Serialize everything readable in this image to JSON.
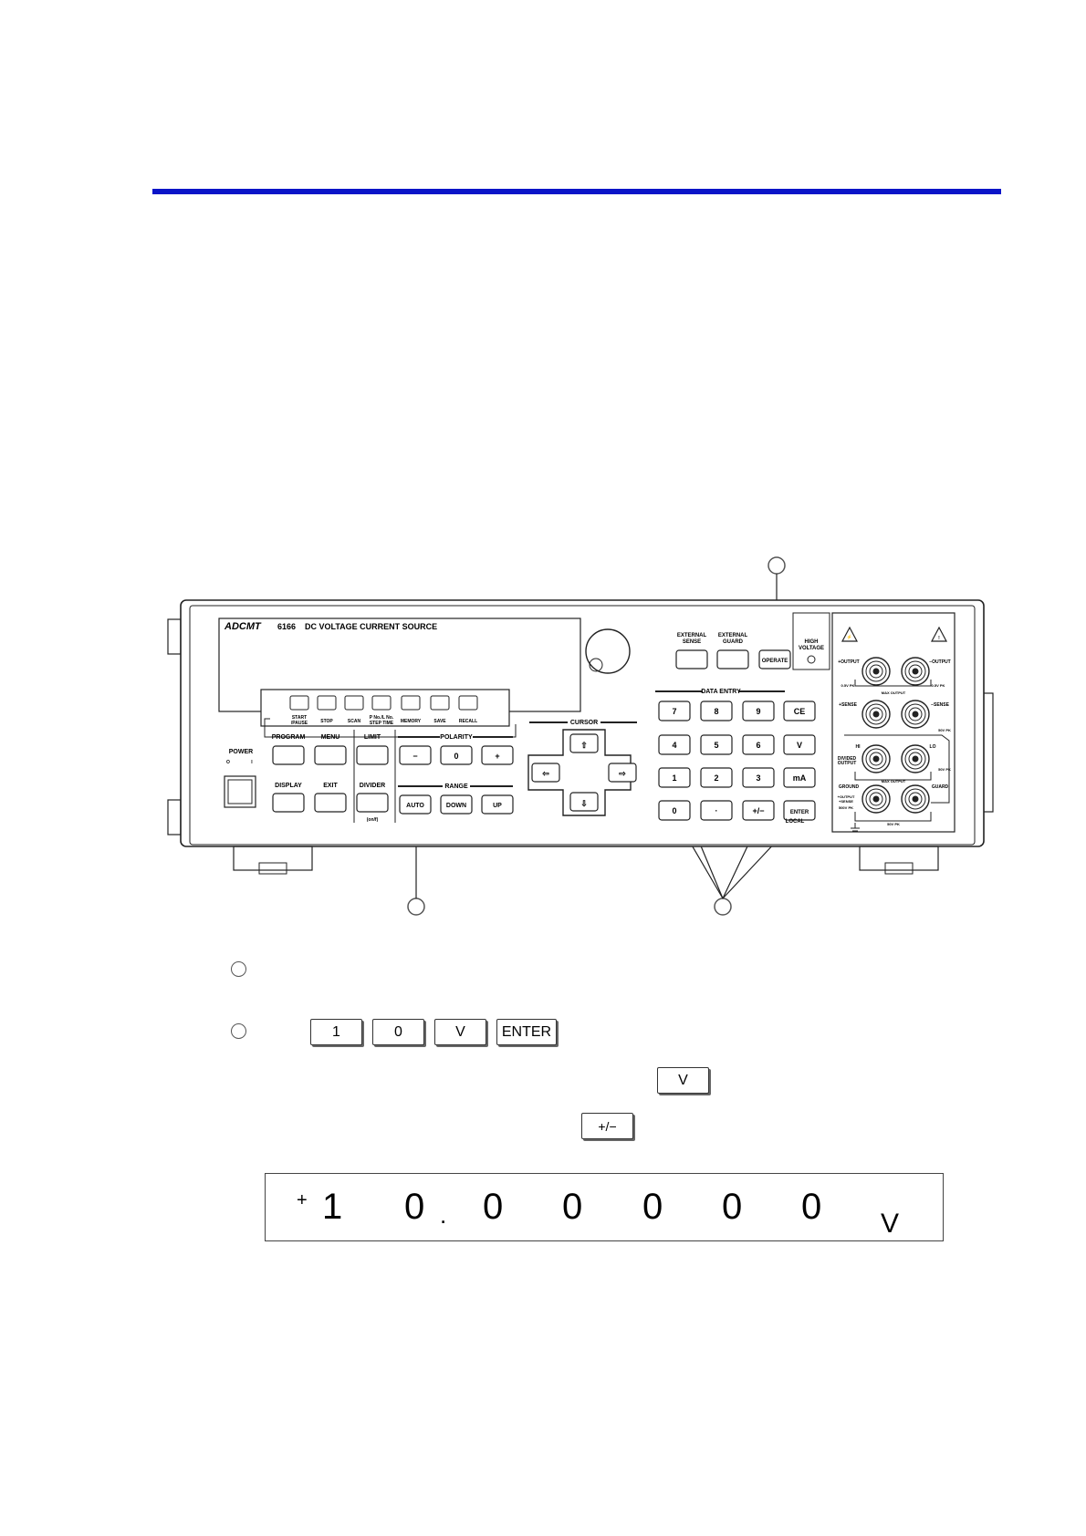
{
  "panel": {
    "brand": "ADCMT",
    "model": "6166",
    "title": "DC VOLTAGE CURRENT SOURCE",
    "power_label": "POWER",
    "power_off_sym": "O",
    "power_on_sym": "I",
    "func_keys": [
      "START\n/PAUSE",
      "STOP",
      "SCAN",
      "P No./L No.\nSTEP TIME",
      "MEMORY",
      "SAVE",
      "RECALL"
    ],
    "left_keys": {
      "program": "PROGRAM",
      "menu": "MENU",
      "display": "DISPLAY",
      "exit": "EXIT",
      "limit": "LIMIT",
      "divider": "DIVIDER",
      "divider_sub": "(on/f)"
    },
    "polarity": {
      "title": "POLARITY",
      "minus": "−",
      "zero": "0",
      "plus": "+"
    },
    "range": {
      "title": "RANGE",
      "auto": "AUTO",
      "down": "DOWN",
      "up": "UP"
    },
    "cursor_title": "CURSOR",
    "ext": {
      "sense": "EXTERNAL\nSENSE",
      "guard": "EXTERNAL\nGUARD",
      "operate": "OPERATE"
    },
    "high_voltage": "HIGH\nVOLTAGE",
    "data_entry_title": "DATA ENTRY",
    "keypad": [
      [
        "7",
        "8",
        "9",
        "CE"
      ],
      [
        "4",
        "5",
        "6",
        "V"
      ],
      [
        "1",
        "2",
        "3",
        "mA"
      ],
      [
        "0",
        "·",
        "+/−",
        "ENTER"
      ]
    ],
    "local_label": "LOCAL",
    "terminals": {
      "plus_output": "+OUTPUT",
      "minus_output": "−OUTPUT",
      "plus_sense": "+SENSE",
      "minus_sense": "−SENSE",
      "hi": "HI",
      "lo": "LO",
      "divided": "DIVIDED\nOUTPUT",
      "ground": "GROUND",
      "guard": "GUARD",
      "max1": "0.5V PK\nMAX",
      "max2": "MAX OUTPUT\n300V",
      "max3": "50V PK\nMAX",
      "max4": "MAX OUTPUT\n10V",
      "max5": "500V PK\nMAX",
      "max6": "50V PK\nMAX",
      "out_sense": "+OUTPUT\n+SENSE"
    }
  },
  "steps": {
    "key_sequence": [
      "1",
      "0",
      "V",
      "ENTER"
    ],
    "unit_key": "V",
    "sign_key": "+/−"
  },
  "readout": {
    "sign": "+",
    "digits": [
      "1",
      "0",
      ".",
      "0",
      "0",
      "0",
      "0",
      "0"
    ],
    "unit": "V"
  }
}
